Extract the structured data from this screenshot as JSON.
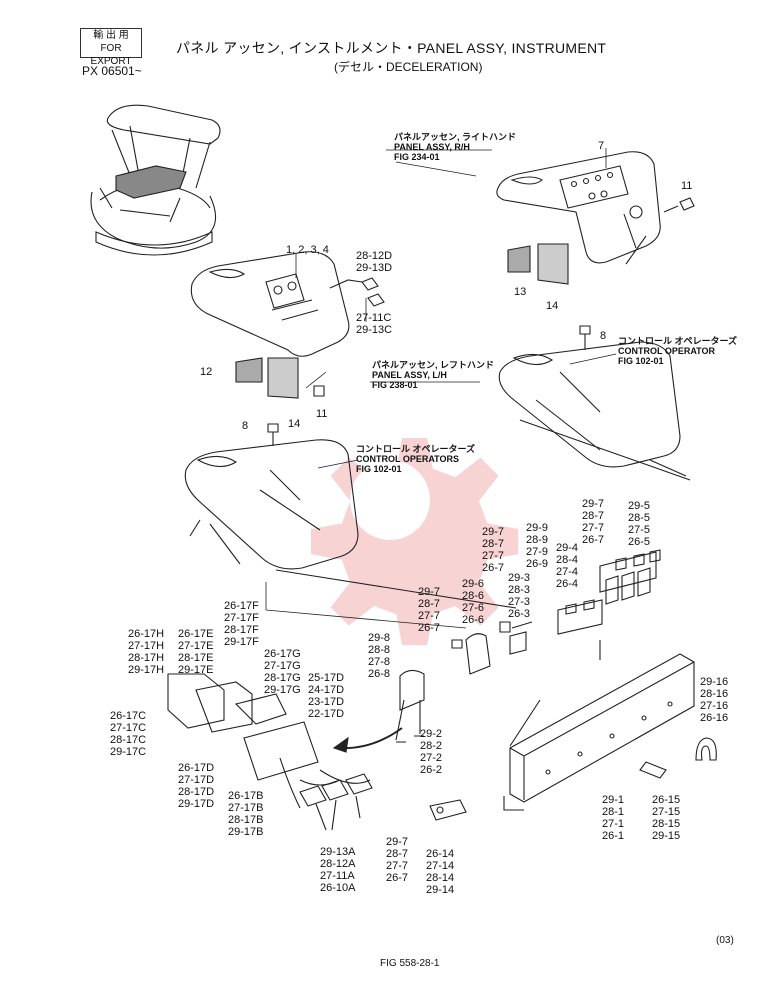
{
  "header": {
    "export_box": [
      "輸 出 用",
      "FOR EXPORT"
    ],
    "title": "パネル アッセン, インストルメント・PANEL ASSY, INSTRUMENT",
    "subtitle": "(デセル・DECELERATION)",
    "serial": "PX 06501~"
  },
  "callouts": {
    "panel_rh": [
      "パネルアッセン, ライトハンド",
      "PANEL ASSY, R/H",
      "FIG 234-01"
    ],
    "panel_lh": [
      "パネルアッセン, レフトハンド",
      "PANEL ASSY, L/H",
      "FIG 238-01"
    ],
    "control_right": [
      "コントロール オペレーターズ",
      "CONTROL OPERATOR",
      "FIG 102-01"
    ],
    "control_left": [
      "コントロール オペレーターズ",
      "CONTROL OPERATORS",
      "FIG 102-01"
    ]
  },
  "labels": {
    "l7": "7",
    "l11a": "11",
    "l13": "13",
    "l14a": "14",
    "l1234": "1, 2, 3, 4",
    "l28_12d": [
      "28-12D",
      "29-13D"
    ],
    "l27_11c": [
      "27-11C",
      "29-13C"
    ],
    "l8a": "8",
    "l12": "12",
    "l11b": "11",
    "l14b": "14",
    "l8b": "8",
    "g29_7a": [
      "29-7",
      "28-7",
      "27-7",
      "26-7"
    ],
    "g29_5": [
      "29-5",
      "28-5",
      "27-5",
      "26-5"
    ],
    "g29_4": [
      "29-4",
      "28-4",
      "27-4",
      "26-4"
    ],
    "g29_7b": [
      "29-7",
      "28-7",
      "27-7",
      "26-7"
    ],
    "g29_9": [
      "29-9",
      "28-9",
      "27-9",
      "26-9"
    ],
    "g29_3": [
      "29-3",
      "28-3",
      "27-3",
      "26-3"
    ],
    "g29_6": [
      "29-6",
      "28-6",
      "27-6",
      "26-6"
    ],
    "g29_7c": [
      "29-7",
      "28-7",
      "27-7",
      "26-7"
    ],
    "g29_8": [
      "29-8",
      "28-8",
      "27-8",
      "26-8"
    ],
    "g26_17f": [
      "26-17F",
      "27-17F",
      "28-17F",
      "29-17F"
    ],
    "g26_17h": [
      "26-17H",
      "27-17H",
      "28-17H",
      "29-17H"
    ],
    "g26_17e": [
      "26-17E",
      "27-17E",
      "28-17E",
      "29-17E"
    ],
    "g26_17g": [
      "26-17G",
      "27-17G",
      "28-17G",
      "29-17G"
    ],
    "g25_17d": [
      "25-17D",
      "24-17D",
      "23-17D",
      "22-17D"
    ],
    "g26_17c": [
      "26-17C",
      "27-17C",
      "28-17C",
      "29-17C"
    ],
    "g26_17d": [
      "26-17D",
      "27-17D",
      "28-17D",
      "29-17D"
    ],
    "g26_17b": [
      "26-17B",
      "27-17B",
      "28-17B",
      "29-17B"
    ],
    "g29_13a": [
      "29-13A",
      "28-12A",
      "27-11A",
      "26-10A"
    ],
    "g29_2": [
      "29-2",
      "28-2",
      "27-2",
      "26-2"
    ],
    "g29_7d": [
      "29-7",
      "28-7",
      "27-7",
      "26-7"
    ],
    "g26_14": [
      "26-14",
      "27-14",
      "28-14",
      "29-14"
    ],
    "g29_16": [
      "29-16",
      "28-16",
      "27-16",
      "26-16"
    ],
    "g29_1": [
      "29-1",
      "28-1",
      "27-1",
      "26-1"
    ],
    "g26_15": [
      "26-15",
      "27-15",
      "28-15",
      "29-15"
    ]
  },
  "footer": {
    "fig": "FIG 558-28-1",
    "page": "(03)"
  }
}
